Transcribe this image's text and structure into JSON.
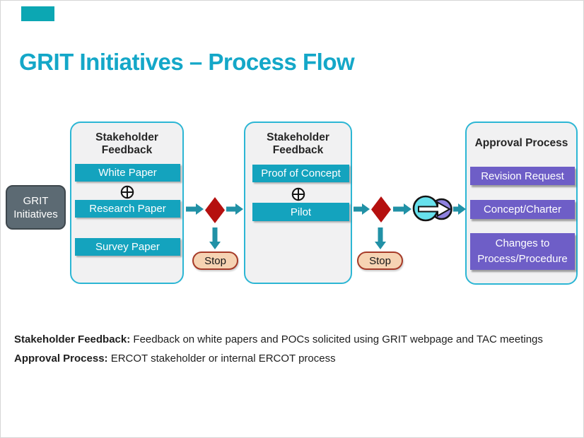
{
  "slide": {
    "title": "GRIT Initiatives – Process Flow"
  },
  "flow": {
    "start": {
      "line1": "GRIT",
      "line2": "Initiatives"
    },
    "containers": [
      {
        "title": "Stakeholder Feedback",
        "items": [
          "White Paper",
          "Research Paper",
          "Survey Paper"
        ]
      },
      {
        "title": "Stakeholder Feedback",
        "items": [
          "Proof of Concept",
          "Pilot"
        ]
      },
      {
        "title": "Approval Process",
        "items": [
          "Revision Request",
          "Concept/Charter",
          "Changes to Process/Procedure"
        ]
      }
    ],
    "stops": [
      "Stop",
      "Stop"
    ]
  },
  "legend": {
    "items": [
      {
        "label": "Stakeholder Feedback:",
        "text": " Feedback on white papers and POCs solicited using GRIT webpage and TAC meetings"
      },
      {
        "label": "Approval Process:",
        "text": "  ERCOT stakeholder or internal ERCOT process"
      }
    ]
  },
  "icons": {
    "plus": "circled-plus-icon",
    "transfer": "overlapping-circles-arrow-icon"
  },
  "colors": {
    "title": "#14A7C8",
    "accent_bar": "#0CA7B3",
    "container_border": "#2CB6D4",
    "container_fill": "#F1F1F2",
    "teal_box": "#14A3BE",
    "purple_box": "#6E5EC7",
    "grit_fill": "#5C6A73",
    "diamond": "#B5100F",
    "arrow": "#2191A6",
    "stop_fill": "#F6D3B3",
    "stop_border": "#A63A28"
  }
}
